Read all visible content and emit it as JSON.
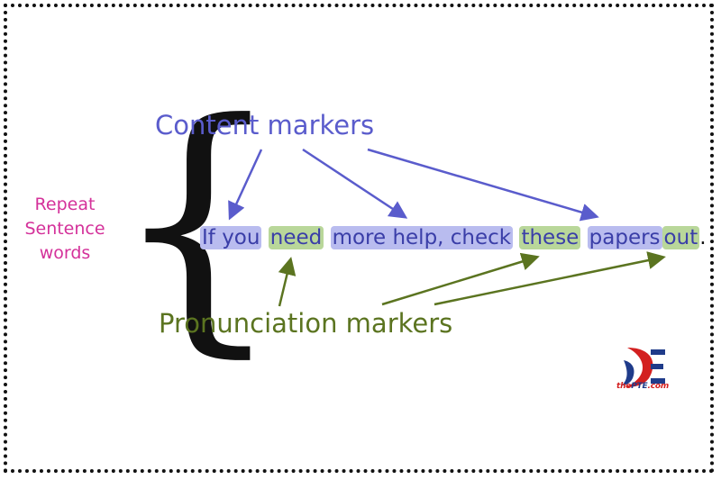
{
  "side_label": [
    "Repeat",
    "Sentence",
    "words"
  ],
  "content_markers_label": "Content markers",
  "pronunciation_markers_label": "Pronunciation markers",
  "sentence": [
    {
      "text": "If you",
      "type": "content"
    },
    {
      "text": "need",
      "type": "pron"
    },
    {
      "text": "more help, check",
      "type": "content"
    },
    {
      "text": "these",
      "type": "pron"
    },
    {
      "text": "papers",
      "type": "content"
    },
    {
      "text": "out",
      "type": "pron"
    },
    {
      "text": ".",
      "type": "plain"
    }
  ],
  "logo": {
    "prefix": "the",
    "brand": "PTE",
    "suffix": ".com"
  },
  "colors": {
    "content": "#5a5ccc",
    "pronunciation": "#5b7420",
    "side_label": "#d4319a",
    "content_highlight": "#b9bcef",
    "pron_highlight": "#b9d79a"
  }
}
